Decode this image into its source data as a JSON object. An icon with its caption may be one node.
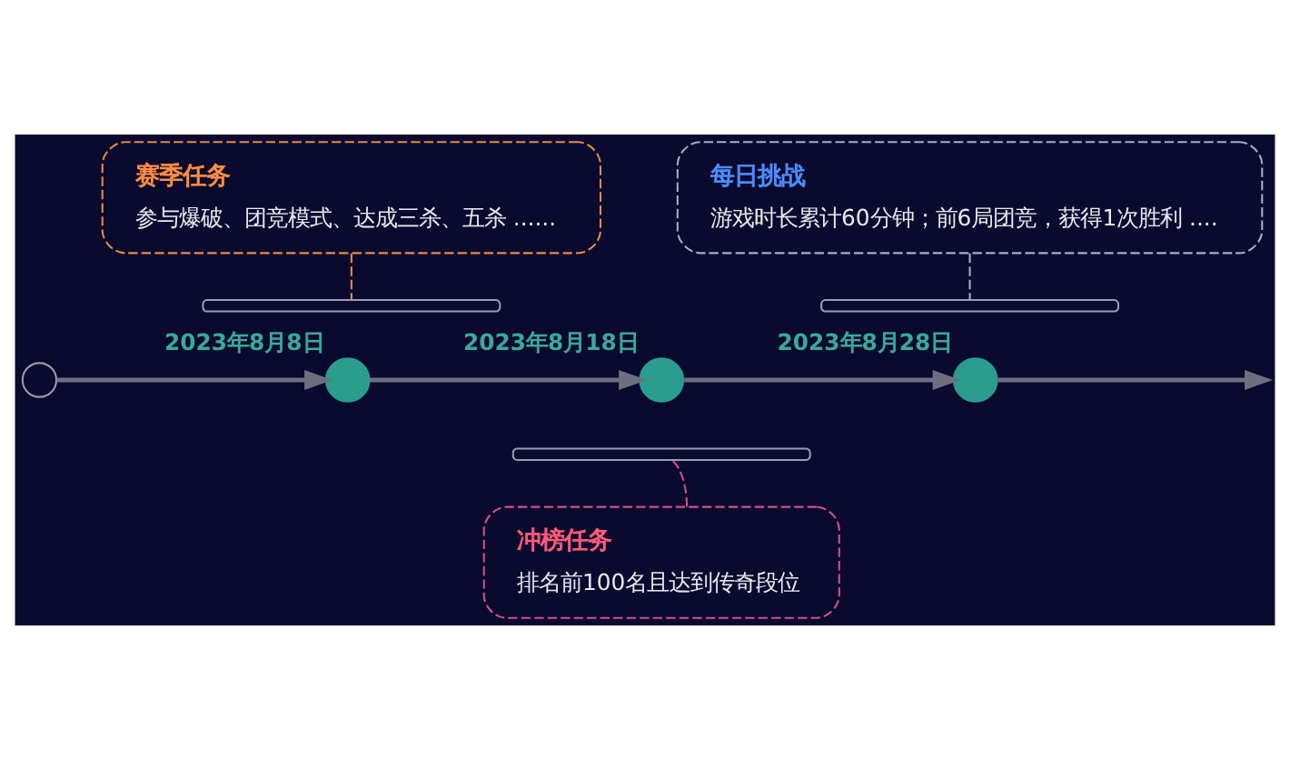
{
  "diagram": {
    "nodes": [
      {
        "text": [
          "赛季任务",
          "参与爆破、团竞模式、达成三杀、五杀 ......"
        ]
      },
      {
        "text": [
          "每日挑战",
          "游戏时长累计60分钟；前6局团竞，获得1次胜利 ...."
        ]
      },
      {
        "text": [],
        "shape": "bracket"
      },
      {
        "text": [],
        "shape": "bracket"
      },
      {
        "text": [],
        "shape": "circle"
      },
      {
        "text": [],
        "shape": "circle",
        "beside": [
          "2023年8月8日"
        ]
      },
      {
        "text": [],
        "shape": "circle",
        "beside": [
          "2023年8月18日"
        ]
      },
      {
        "text": [],
        "shape": "circle",
        "beside": [
          "2023年8月28日"
        ]
      },
      {
        "text": [],
        "shape": "bracket"
      },
      {
        "text": [
          "冲榜任务",
          "排名前100名且达到传奇段位"
        ]
      }
    ],
    "edges": [
      {
        "from": 4,
        "to": 5,
        "arrow": "to"
      },
      {
        "from": 5,
        "to": 6,
        "arrow": "to"
      },
      {
        "from": 6,
        "to": 7,
        "arrow": "to"
      },
      {
        "from": 7,
        "to": null,
        "arrow": "to"
      },
      {
        "from": 0,
        "to": 2,
        "arrow": "none",
        "style": "dashed",
        "color": "#e8894a"
      },
      {
        "from": 1,
        "to": 3,
        "arrow": "none",
        "style": "dashed",
        "color": "#a8acc8"
      },
      {
        "from": 9,
        "to": 8,
        "arrow": "none",
        "style": "dashed",
        "color": "#d0508a"
      }
    ]
  }
}
